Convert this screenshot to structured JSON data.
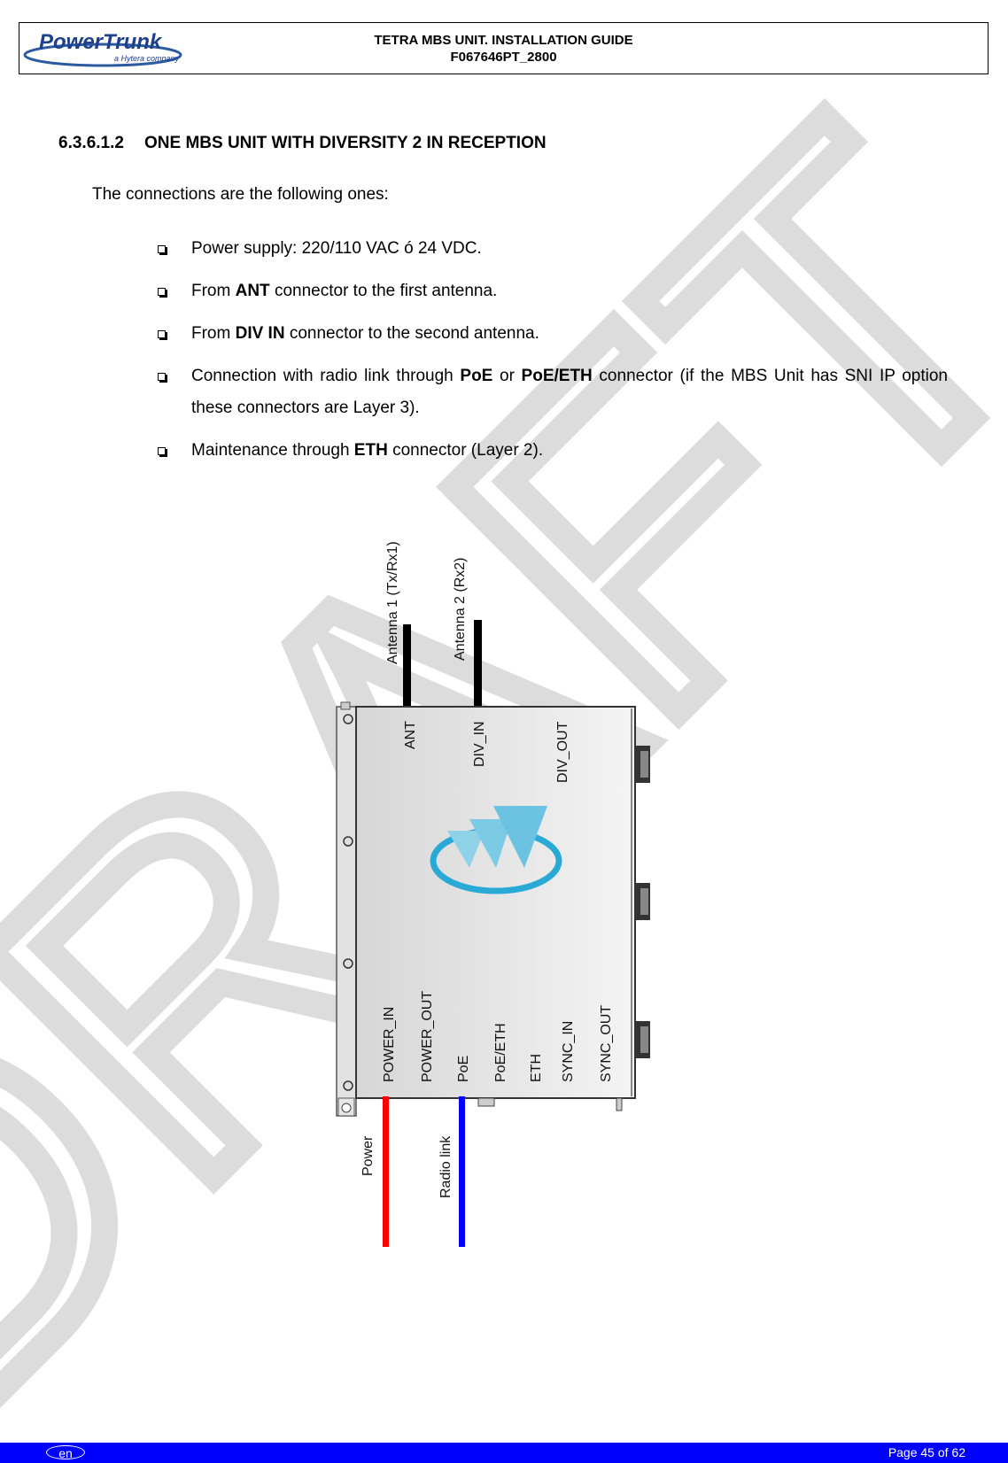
{
  "header": {
    "logo_text": "PowerTrunk",
    "logo_subtext": "a Hytera company",
    "title_line1": "TETRA MBS UNIT. INSTALLATION GUIDE",
    "title_line2": "F067646PT_2800"
  },
  "watermark": "DRAFT",
  "section": {
    "number": "6.3.6.1.2",
    "title": "ONE MBS UNIT WITH DIVERSITY 2 IN RECEPTION"
  },
  "intro": "The connections are the following ones:",
  "bullets": {
    "b1": {
      "text": "Power supply: 220/110 VAC ó 24 VDC."
    },
    "b2": {
      "pre": "From ",
      "bold": "ANT",
      "post": " connector to the first antenna."
    },
    "b3": {
      "pre": "From ",
      "bold": "DIV IN",
      "post": " connector to the second antenna."
    },
    "b4": {
      "pre": "Connection with radio link through ",
      "bold1": "PoE",
      "mid": " or ",
      "bold2": "PoE/ETH",
      "post": " connector (if the MBS Unit has SNI IP option these connectors are Layer 3)."
    },
    "b5": {
      "pre": "Maintenance through ",
      "bold": "ETH",
      "post": " connector (Layer 2)."
    }
  },
  "diagram": {
    "antenna1_label": "Antenna 1 (Tx/Rx1)",
    "antenna2_label": "Antenna 2 (Rx2)",
    "top_ports": {
      "ant": "ANT",
      "div_in": "DIV_IN",
      "div_out": "DIV_OUT"
    },
    "bottom_ports": {
      "power_in": "POWER_IN",
      "power_out": "POWER_OUT",
      "poe": "PoE",
      "poe_eth": "PoE/ETH",
      "eth": "ETH",
      "sync_in": "SYNC_IN",
      "sync_out": "SYNC_OUT"
    },
    "power_label": "Power",
    "radio_link_label": "Radio link",
    "colors": {
      "power_cable": "#ff0000",
      "radio_cable": "#0000ff",
      "antenna_cable": "#000000",
      "logo": "#29a9d6"
    }
  },
  "footer": {
    "lang": "en",
    "page": "Page 45 of 62"
  }
}
